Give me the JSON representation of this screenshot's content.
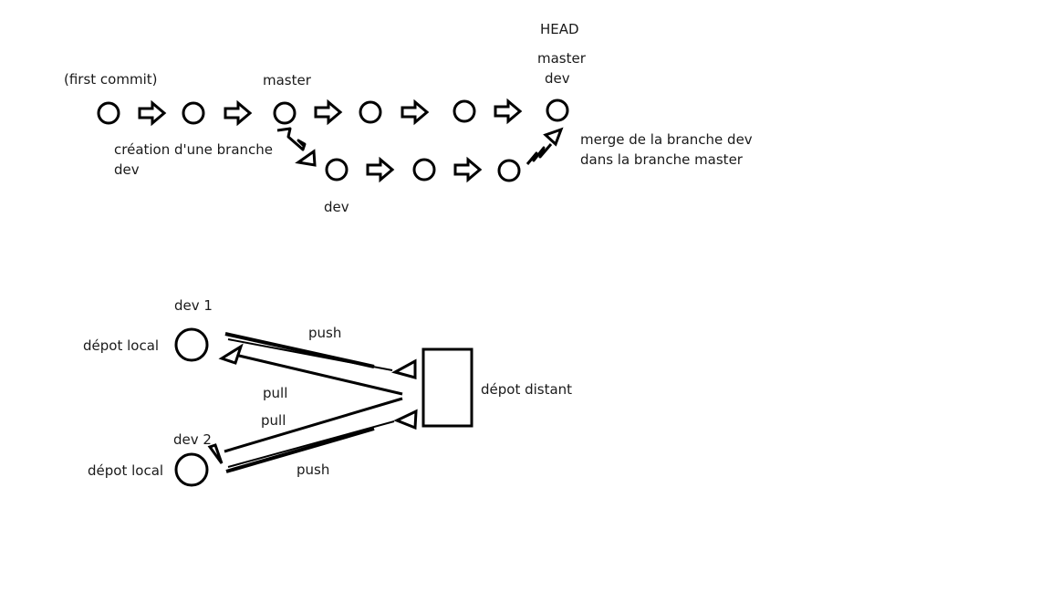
{
  "labels": {
    "head": "HEAD",
    "first_commit": "(first commit)",
    "master_top": "master",
    "master_head": "master",
    "dev_head": "dev",
    "branch_create_line1": "création d'une branche",
    "branch_create_line2": "dev",
    "dev_branch": "dev",
    "merge_line1": "merge de la branche dev",
    "merge_line2": "dans la branche master",
    "dev1": "dev 1",
    "depot_local_1": "dépot local",
    "push_top": "push",
    "pull_top": "pull",
    "pull_bottom": "pull",
    "dev2": "dev 2",
    "depot_local_2": "dépot local",
    "push_bottom": "push",
    "depot_distant": "dépot distant"
  },
  "colors": {
    "stroke": "#000000",
    "text": "#1a1a1a",
    "background": "#ffffff"
  },
  "icons": {
    "commit": "commit-circle-icon",
    "flow": "right-arrow-icon",
    "repo_local": "local-repo-circle-icon",
    "repo_remote": "remote-repo-box-icon"
  }
}
